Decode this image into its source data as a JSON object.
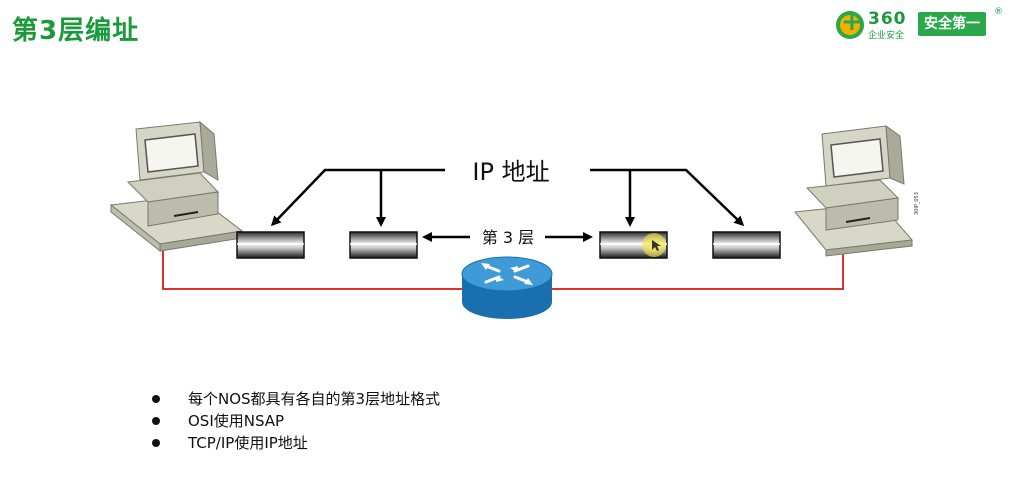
{
  "slide": {
    "title": "第3层编址",
    "logo": {
      "number": "360",
      "subtext": "企业安全",
      "slogan": "安全第一",
      "registered": "®"
    }
  },
  "diagram": {
    "ip_label": "IP 地址",
    "layer_label": "第 3 层",
    "figure_code": "30IP_053"
  },
  "bullets": [
    "每个NOS都具有各自的第3层地址格式",
    "OSI使用NSAP",
    "TCP/IP使用IP地址"
  ],
  "colors": {
    "title": "#1a9a3a",
    "cable": "#d9342b",
    "router": "#1f7fc4",
    "cursor": "#f2e24a"
  }
}
